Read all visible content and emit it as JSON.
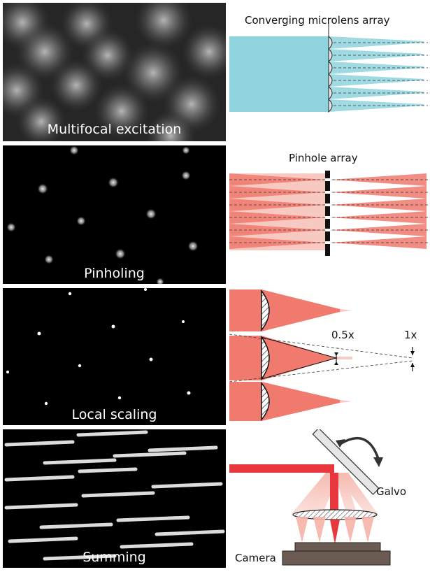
{
  "panels": [
    {
      "caption": "Multifocal excitation",
      "diagram_label": "Converging microlens array"
    },
    {
      "caption": "Pinholing",
      "diagram_label": "Pinhole array"
    },
    {
      "caption": "Local scaling",
      "scale_labels": [
        "0.5x",
        "1x"
      ]
    },
    {
      "caption": "Summing",
      "diagram_labels": [
        "Galvo",
        "Camera"
      ]
    }
  ],
  "colors": {
    "excitation": "#7ecfda",
    "emission": "#f07a6e",
    "laser": "#e8383d",
    "background": "#000000"
  }
}
